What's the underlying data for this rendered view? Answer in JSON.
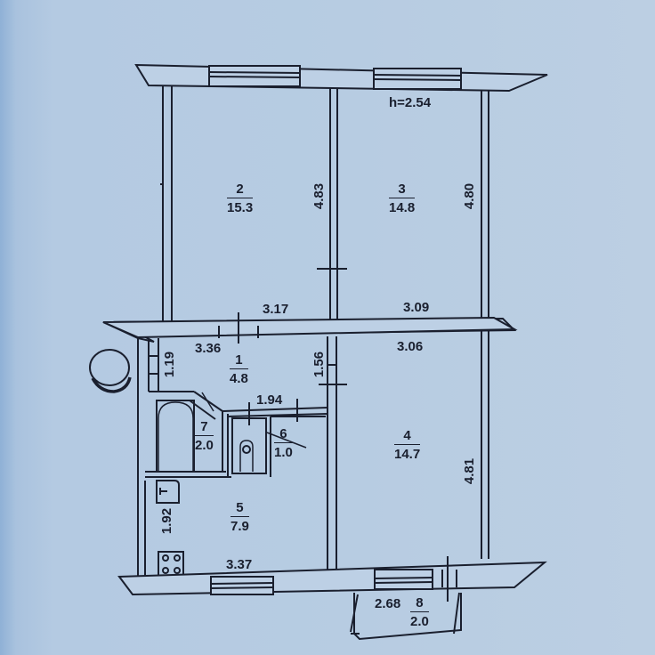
{
  "plan": {
    "ceiling_height": "h=2.54",
    "rooms": [
      {
        "number": "1",
        "area": "4.8"
      },
      {
        "number": "2",
        "area": "15.3"
      },
      {
        "number": "3",
        "area": "14.8"
      },
      {
        "number": "4",
        "area": "14.7"
      },
      {
        "number": "5",
        "area": "7.9"
      },
      {
        "number": "6",
        "area": "1.0"
      },
      {
        "number": "7",
        "area": "2.0"
      },
      {
        "number": "8",
        "area": "2.0"
      }
    ],
    "dimensions": {
      "room2_height": "4.83",
      "room3_height": "4.80",
      "room2_width": "3.17",
      "room3_width": "3.09",
      "hall_width": "3.36",
      "room4_width": "3.06",
      "hall_left_height": "1.19",
      "hall_right_height": "1.56",
      "wc_width": "1.94",
      "room4_height": "4.81",
      "kitchen_height": "1.92",
      "kitchen_width": "3.37",
      "balcony_width": "2.68"
    }
  },
  "colors": {
    "paper": "#b7cce2",
    "line": "#1a1f2e"
  }
}
